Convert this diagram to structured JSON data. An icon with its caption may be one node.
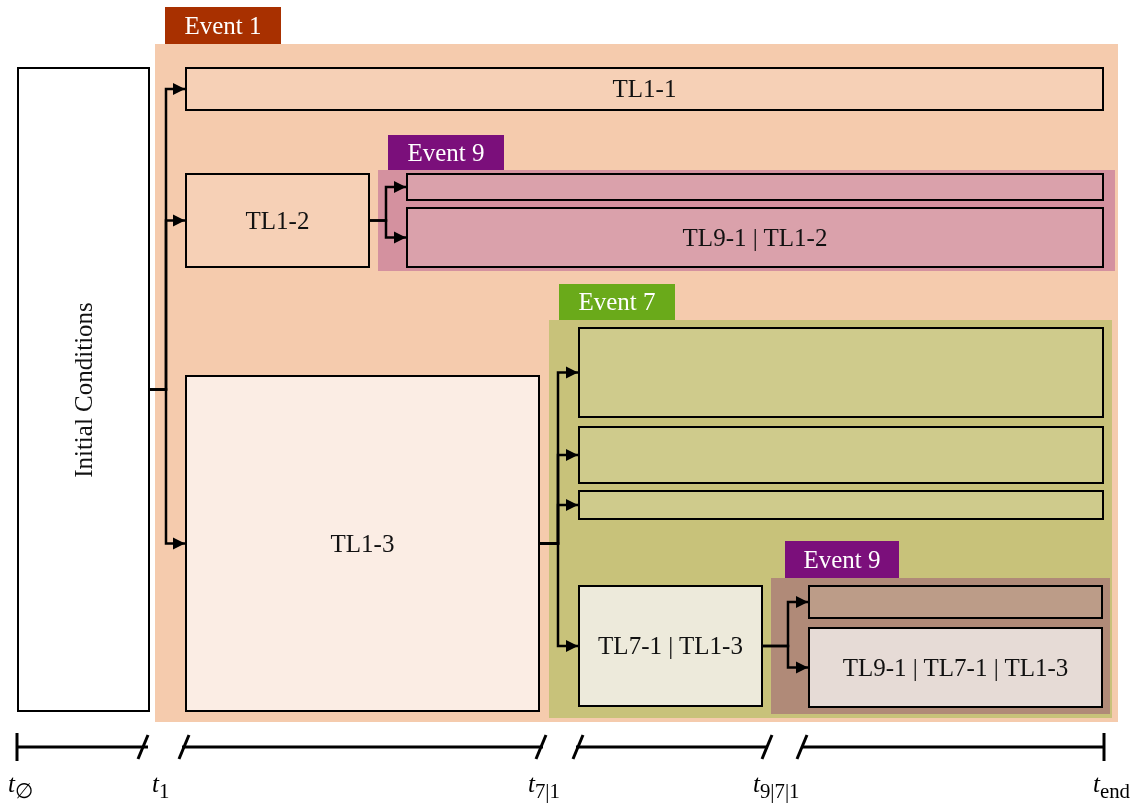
{
  "diagram": {
    "nodes": [
      {
        "text": [
          "Initial Conditions"
        ]
      },
      {
        "text": [
          "Event 1"
        ]
      },
      {
        "text": [
          "TL1-1"
        ],
        "in": 1
      },
      {
        "text": [
          "TL1-2"
        ],
        "in": 1
      },
      {
        "text": [
          "Event 9"
        ],
        "in": 1
      },
      {
        "text": [],
        "shape": "box",
        "in": 4
      },
      {
        "text": [
          "TL9-1 | TL1-2"
        ],
        "in": 4
      },
      {
        "text": [
          "TL1-3"
        ],
        "in": 1
      },
      {
        "text": [
          "Event 7"
        ],
        "in": 1
      },
      {
        "text": [],
        "shape": "box",
        "in": 8
      },
      {
        "text": [],
        "shape": "box",
        "in": 8
      },
      {
        "text": [],
        "shape": "box",
        "in": 8
      },
      {
        "text": [
          "TL7-1 | TL1-3"
        ],
        "in": 8
      },
      {
        "text": [
          "Event 9"
        ],
        "in": 8
      },
      {
        "text": [],
        "shape": "box",
        "in": 13
      },
      {
        "text": [
          "TL9-1 | TL7-1 | TL1-3"
        ],
        "in": 13
      }
    ],
    "edges": [
      {
        "from": 0,
        "to": 2,
        "arrow": "to"
      },
      {
        "from": 0,
        "to": 3,
        "arrow": "to"
      },
      {
        "from": 0,
        "to": 7,
        "arrow": "to"
      },
      {
        "from": 3,
        "to": 5,
        "arrow": "to"
      },
      {
        "from": 3,
        "to": 6,
        "arrow": "to"
      },
      {
        "from": 7,
        "to": 9,
        "arrow": "to"
      },
      {
        "from": 7,
        "to": 10,
        "arrow": "to"
      },
      {
        "from": 7,
        "to": 11,
        "arrow": "to"
      },
      {
        "from": 7,
        "to": 12,
        "arrow": "to"
      },
      {
        "from": 12,
        "to": 14,
        "arrow": "to"
      },
      {
        "from": 12,
        "to": 15,
        "arrow": "to"
      }
    ],
    "labels": [
      "*t*$_{∅}$",
      "*t*$_{1}$",
      "*t*$_{7|1}$",
      "*t*$_{9|7|1}$",
      "*t*$_{end}$"
    ]
  }
}
